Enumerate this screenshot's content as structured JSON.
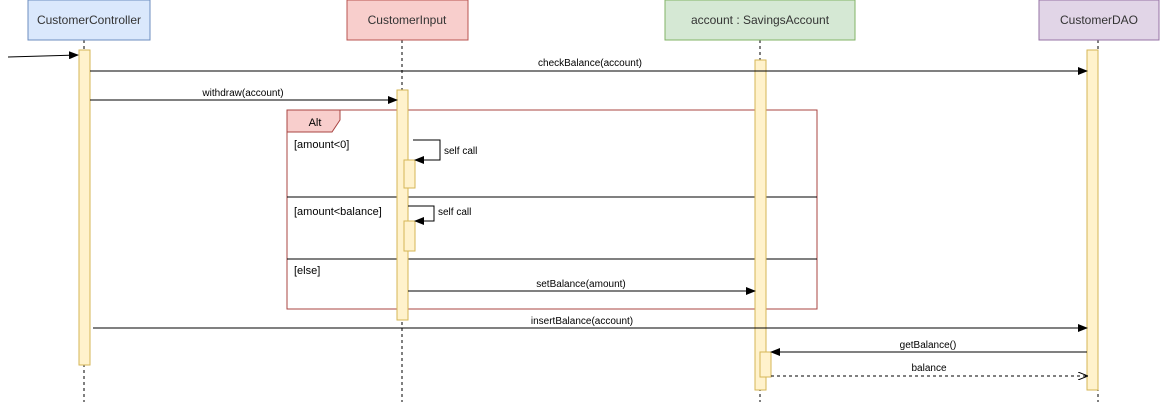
{
  "participants": [
    {
      "id": "controller",
      "label": "CustomerController",
      "fill": "#dae8fc",
      "stroke": "#6c8ebf"
    },
    {
      "id": "input",
      "label": "CustomerInput",
      "fill": "#f8cecc",
      "stroke": "#b85450"
    },
    {
      "id": "account",
      "label": "account : SavingsAccount",
      "fill": "#d5e8d4",
      "stroke": "#82b366"
    },
    {
      "id": "dao",
      "label": "CustomerDAO",
      "fill": "#e1d5e7",
      "stroke": "#9673a6"
    }
  ],
  "activation_style": {
    "fill": "#fff2cc",
    "stroke": "#d6b656"
  },
  "fragment": {
    "operator": "Alt",
    "operator_fill": "#f8cecc",
    "border_color": "#a94442",
    "guards": [
      "[amount<0]",
      "[amount<balance]",
      "[else]"
    ]
  },
  "messages": [
    {
      "label": "",
      "kind": "found"
    },
    {
      "label": "checkBalance(account)",
      "kind": "sync"
    },
    {
      "label": "withdraw(account)",
      "kind": "sync"
    },
    {
      "label": "self call",
      "kind": "self"
    },
    {
      "label": "self call",
      "kind": "self"
    },
    {
      "label": "setBalance(amount)",
      "kind": "sync"
    },
    {
      "label": "insertBalance(account)",
      "kind": "sync"
    },
    {
      "label": "getBalance()",
      "kind": "sync"
    },
    {
      "label": "balance",
      "kind": "return"
    }
  ]
}
